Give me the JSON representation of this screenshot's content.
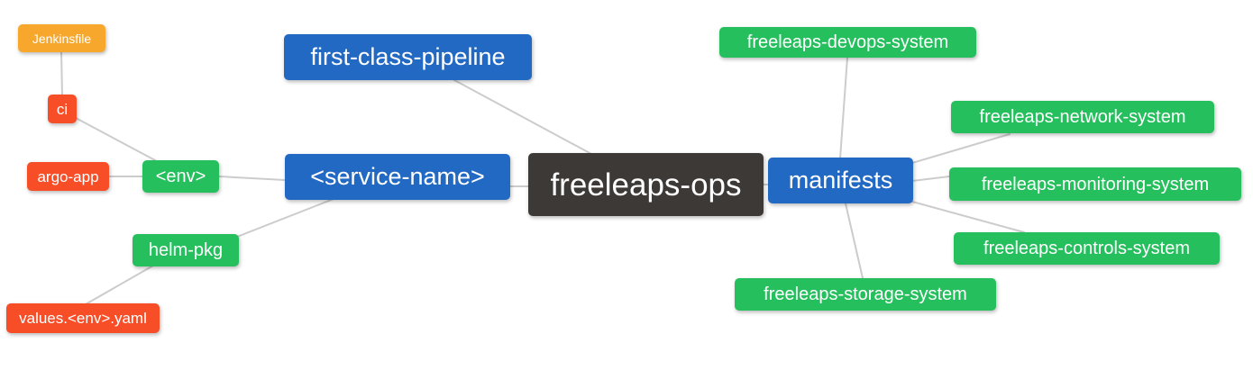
{
  "diagram": {
    "background": "#ffffff",
    "edge_color": "#cccccc",
    "text_color": "#ffffff",
    "node_colors": {
      "root": "#3d3936",
      "branch_blue": "#2269c3",
      "leaf_green": "#25c05d",
      "leaf_red": "#f74e27",
      "leaf_amber": "#f7a72b"
    },
    "nodes": {
      "freeleaps_ops": {
        "label": "freeleaps-ops",
        "color": "#3d3936"
      },
      "first_class_pipeline": {
        "label": "first-class-pipeline",
        "color": "#2269c3"
      },
      "service_name": {
        "label": "<service-name>",
        "color": "#2269c3"
      },
      "manifests": {
        "label": "manifests",
        "color": "#2269c3"
      },
      "env": {
        "label": "<env>",
        "color": "#25c05d"
      },
      "helm_pkg": {
        "label": "helm-pkg",
        "color": "#25c05d"
      },
      "ci": {
        "label": "ci",
        "color": "#f74e27"
      },
      "argo_app": {
        "label": "argo-app",
        "color": "#f74e27"
      },
      "values_env_yaml": {
        "label": "values.<env>.yaml",
        "color": "#f74e27"
      },
      "jenkinsfile": {
        "label": "Jenkinsfile",
        "color": "#f7a72b"
      },
      "devops_system": {
        "label": "freeleaps-devops-system",
        "color": "#25c05d"
      },
      "network_system": {
        "label": "freeleaps-network-system",
        "color": "#25c05d"
      },
      "monitoring_system": {
        "label": "freeleaps-monitoring-system",
        "color": "#25c05d"
      },
      "controls_system": {
        "label": "freeleaps-controls-system",
        "color": "#25c05d"
      },
      "storage_system": {
        "label": "freeleaps-storage-system",
        "color": "#25c05d"
      }
    },
    "edges": [
      {
        "from": "jenkinsfile",
        "to": "ci"
      },
      {
        "from": "ci",
        "to": "env"
      },
      {
        "from": "argo_app",
        "to": "env"
      },
      {
        "from": "env",
        "to": "service_name"
      },
      {
        "from": "helm_pkg",
        "to": "service_name"
      },
      {
        "from": "values_env_yaml",
        "to": "helm_pkg"
      },
      {
        "from": "first_class_pipeline",
        "to": "freeleaps_ops"
      },
      {
        "from": "service_name",
        "to": "freeleaps_ops"
      },
      {
        "from": "freeleaps_ops",
        "to": "manifests"
      },
      {
        "from": "manifests",
        "to": "devops_system"
      },
      {
        "from": "manifests",
        "to": "network_system"
      },
      {
        "from": "manifests",
        "to": "monitoring_system"
      },
      {
        "from": "manifests",
        "to": "controls_system"
      },
      {
        "from": "manifests",
        "to": "storage_system"
      }
    ]
  }
}
